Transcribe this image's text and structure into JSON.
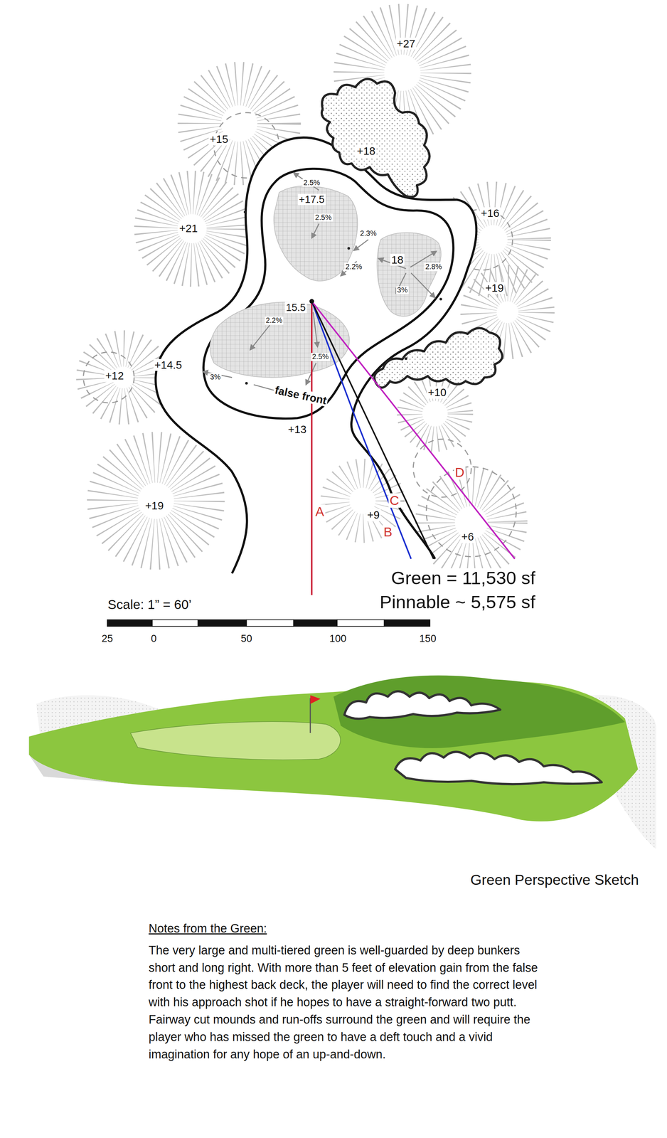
{
  "diagram": {
    "labels": [
      "+27",
      "+15",
      "+18",
      "2.5%",
      "+17.5",
      "2.5%",
      "+16",
      "+21",
      "2.3%",
      "18",
      "2.8%",
      "2.2%",
      "+19",
      "3%",
      "15.5",
      "2.2%",
      "2.5%",
      "+14.5",
      "+12",
      "3%",
      "false front",
      "+10",
      "+13",
      "D",
      "C",
      "+19",
      "A",
      "+9",
      "B",
      "+6",
      "Green = 11,530 sf",
      "Pinnable ~ 5,575 sf",
      "Scale: 1” = 60’",
      "25",
      "0",
      "50",
      "100",
      "150",
      "Green Perspective Sketch",
      "Notes from the Green:",
      "The very large and multi-tiered green is well-guarded by deep bunkers short and long right. With more than 5 feet of elevation gain from the false front to the highest back deck, the player will need to find the correct level with his approach shot if he hopes to have a straight-forward two putt.  Fairway cut mounds and run-offs surround the green and will require the player who has missed the green to have a deft touch and a vivid imagination for any hope of an up-and-down."
    ]
  }
}
